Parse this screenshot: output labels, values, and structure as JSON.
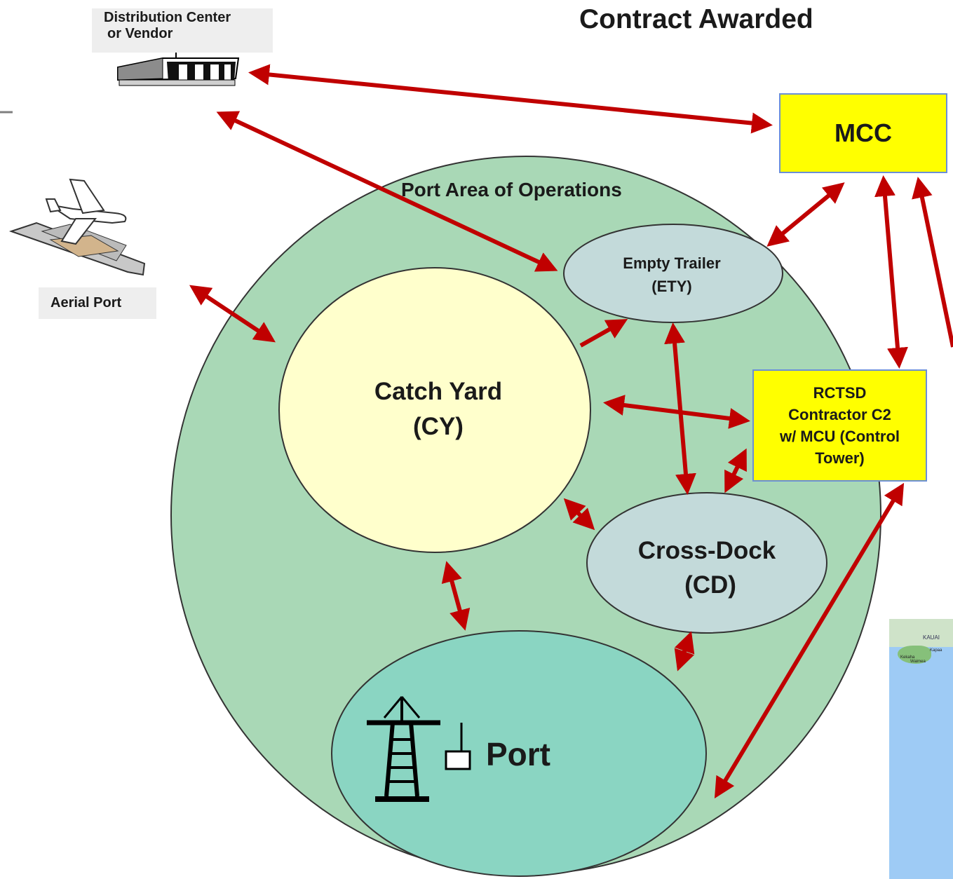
{
  "title": "Contract Awarded",
  "distribution_center": {
    "label_line1": "Distribution Center",
    "label_line2": "or Vendor",
    "icon": "warehouse-icon"
  },
  "aerial_port": {
    "label": "Aerial Port",
    "icon": "airplane-icon"
  },
  "mcc": {
    "label": "MCC"
  },
  "rctsd": {
    "line1": "RCTSD",
    "line2": "Contractor C2",
    "line3": "w/ MCU (Control",
    "line4": "Tower)"
  },
  "port_area": {
    "label": "Port Area of Operations"
  },
  "empty_trailer": {
    "line1": "Empty Trailer",
    "line2": "(ETY)"
  },
  "catch_yard": {
    "line1": "Catch Yard",
    "line2": "(CY)"
  },
  "cross_dock": {
    "line1": "Cross-Dock",
    "line2": "(CD)"
  },
  "port": {
    "label": "Port",
    "icon": "crane-icon"
  },
  "map_inset": {
    "label1": "KAUAI",
    "label2": "Kapaa",
    "label3": "Kekaha",
    "label4": "Waimea"
  },
  "colors": {
    "arrow": "#c00000",
    "port_area_fill": "#a9d8b6",
    "catch_yard_fill": "#ffffcc",
    "ellipse_fill": "#c3dada",
    "port_fill": "#8ad5c2",
    "highlight_box": "#ffff00"
  }
}
